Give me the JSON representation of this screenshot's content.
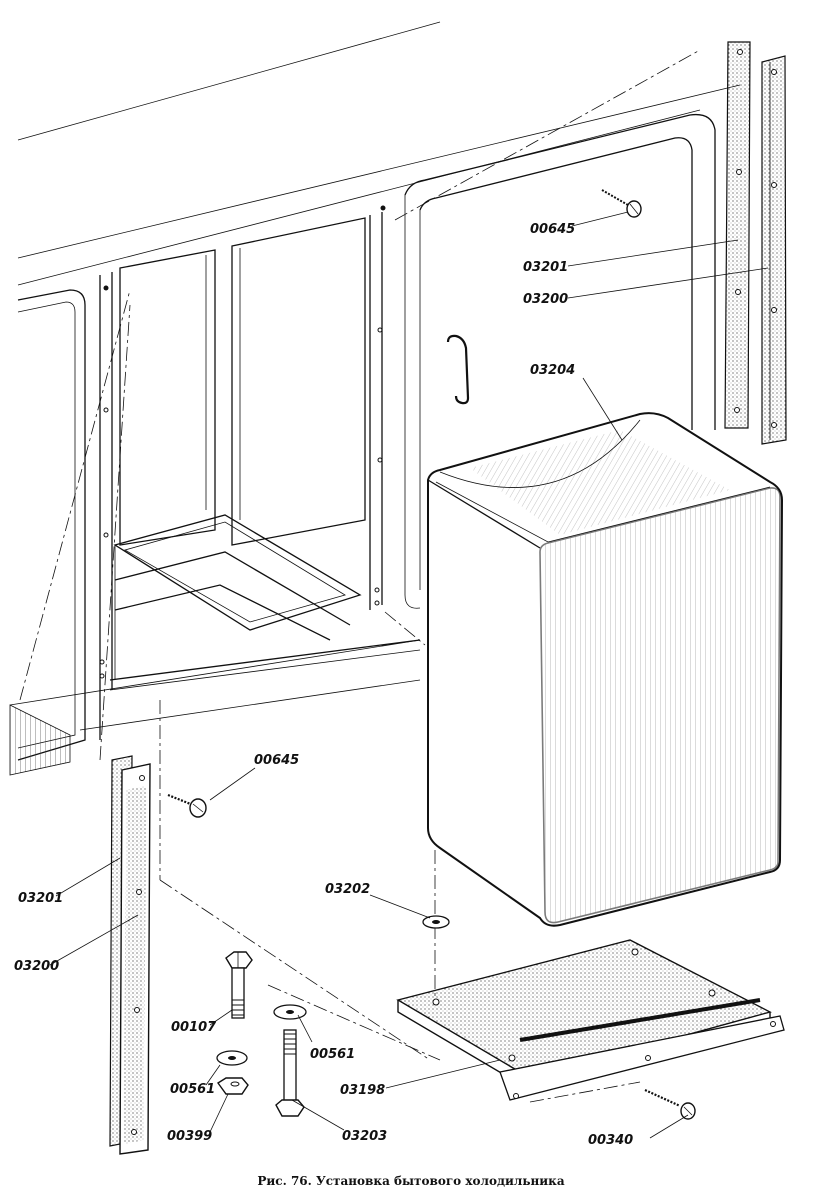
{
  "caption": "Рис. 76. Установка бытового холодильника",
  "labels": {
    "screw_top": "00645",
    "strip_top_a": "03201",
    "strip_top_b": "03200",
    "fridge": "03204",
    "screw_left": "00645",
    "strip_left_a": "03201",
    "strip_left_b": "03200",
    "washer_pad": "03202",
    "bolt": "00107",
    "washer_right": "00561",
    "washer_left": "00561",
    "base_plate": "03198",
    "nut": "00399",
    "special_bolt": "03203",
    "screw_bottom": "00340"
  }
}
